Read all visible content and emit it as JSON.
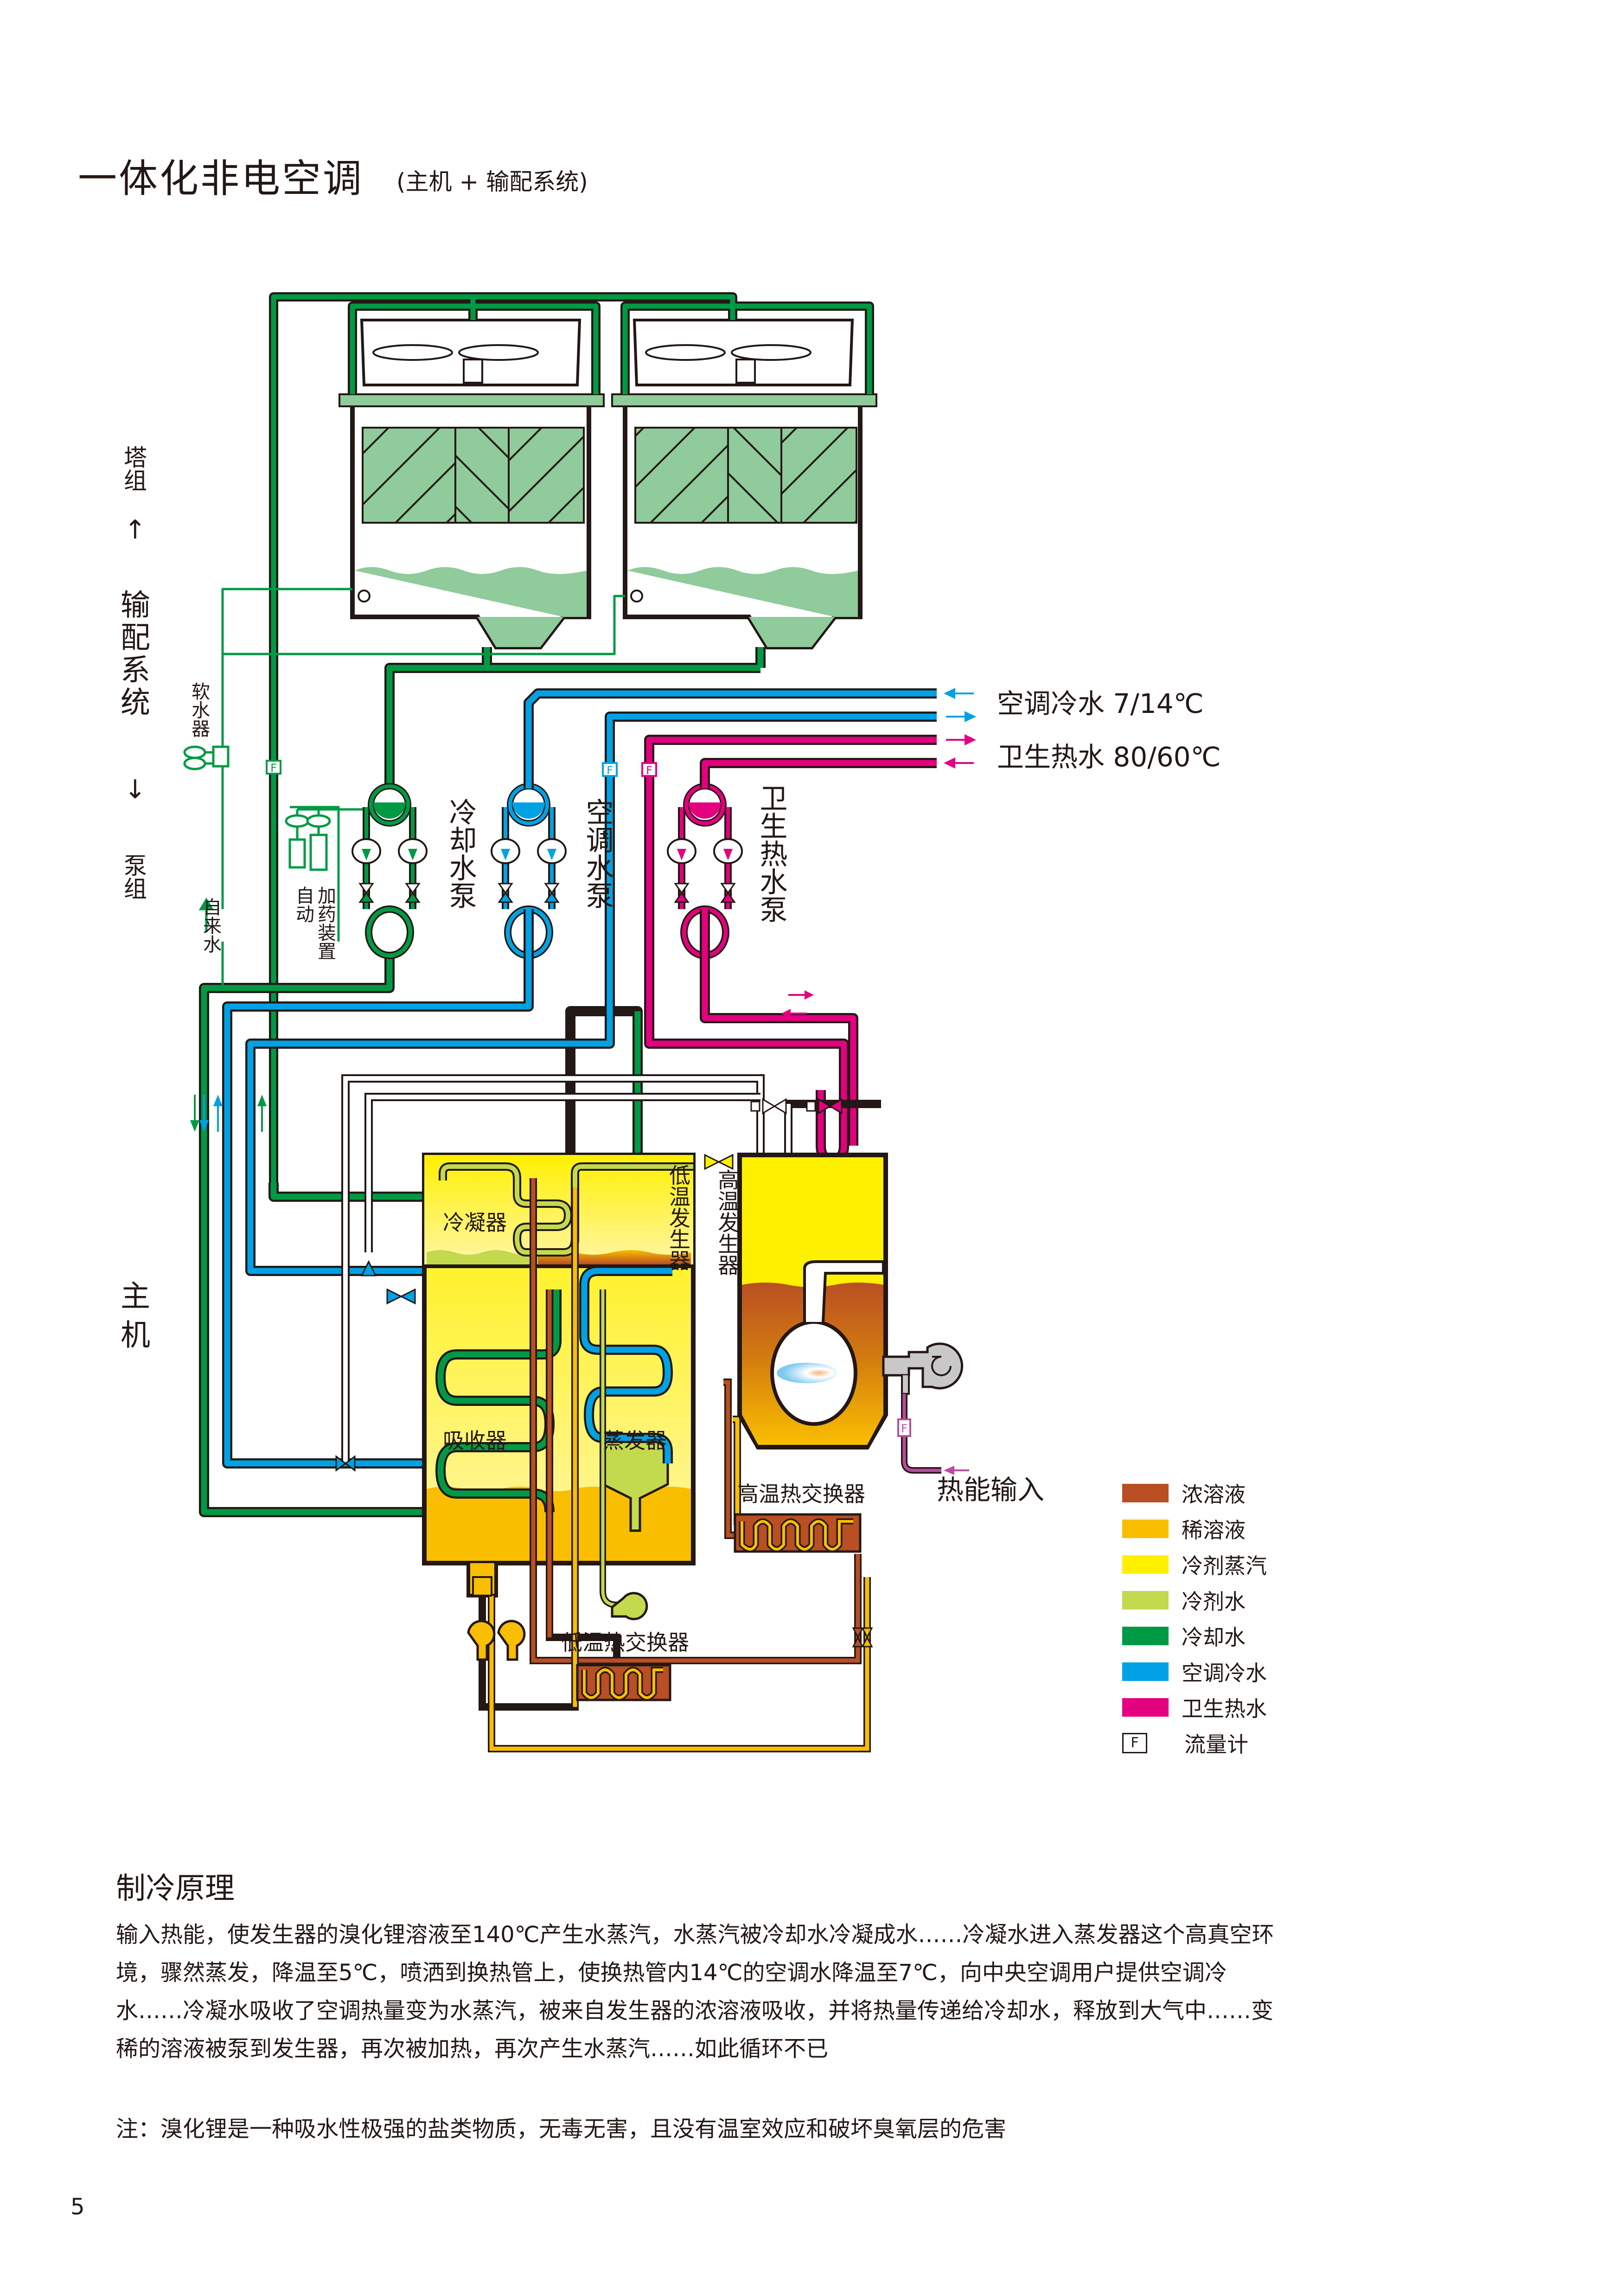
{
  "header": {
    "title": "一体化非电空调",
    "subtitle": "(主机 + 输配系统)"
  },
  "side_labels": {
    "tower_group": "塔组",
    "distribution_system": "输配系统",
    "pump_group": "泵组",
    "main_unit": "主机",
    "arrow_up": "↑",
    "arrow_down": "↓"
  },
  "diagram": {
    "water_softener": "软水器",
    "tap_water": "自来水",
    "auto_dosing_1": "自动",
    "auto_dosing_2": "加药装置",
    "flow_meter_symbol": "F",
    "cooling_pump": "冷却水泵",
    "ac_pump": "空调水泵",
    "hot_water_pump": "卫生热水泵",
    "ac_chilled_water": "空调冷水 7/14℃",
    "sanitary_hot_water": "卫生热水 80/60℃",
    "condenser": "冷凝器",
    "low_temp_generator": "低温发生器",
    "high_temp_generator": "高温发生器",
    "absorber": "吸收器",
    "evaporator": "蒸发器",
    "high_temp_hx": "高温热交换器",
    "low_temp_hx": "低温热交换器",
    "heat_input": "热能输入"
  },
  "legend": [
    {
      "label": "浓溶液",
      "color": "#b94f22"
    },
    {
      "label": "稀溶液",
      "color": "#f9be00"
    },
    {
      "label": "冷剂蒸汽",
      "color": "#fff000"
    },
    {
      "label": "冷剂水",
      "color": "#c3d94e"
    },
    {
      "label": "冷却水",
      "color": "#009a44"
    },
    {
      "label": "空调冷水",
      "color": "#00a2e5"
    },
    {
      "label": "卫生热水",
      "color": "#e4007f"
    },
    {
      "label": "流量计",
      "symbol": "F"
    }
  ],
  "colors": {
    "cooling_water": "#009a44",
    "tower_fill": "#8fcb9b",
    "ac_water": "#00a2e5",
    "hot_water": "#e4007f",
    "strong_solution": "#b94f22",
    "weak_solution": "#f9be00",
    "refrigerant_vapor": "#fff000",
    "refrigerant_water": "#c3d94e",
    "heat_input_pipe": "#b84c9e",
    "burner_gray": "#c8c8c8",
    "outline": "#231815"
  },
  "principle": {
    "title": "制冷原理",
    "body": "输入热能，使发生器的溴化锂溶液至140℃产生水蒸汽，水蒸汽被冷却水冷凝成水……冷凝水进入蒸发器这个高真空环境，骤然蒸发，降温至5℃，喷洒到换热管上，使换热管内14℃的空调水降温至7℃，向中央空调用户提供空调冷水……冷凝水吸收了空调热量变为水蒸汽，被来自发生器的浓溶液吸收，并将热量传递给冷却水，释放到大气中……变稀的溶液被泵到发生器，再次被加热，再次产生水蒸汽……如此循环不已",
    "note": "注：溴化锂是一种吸水性极强的盐类物质，无毒无害，且没有温室效应和破坏臭氧层的危害"
  },
  "page_number": "5"
}
